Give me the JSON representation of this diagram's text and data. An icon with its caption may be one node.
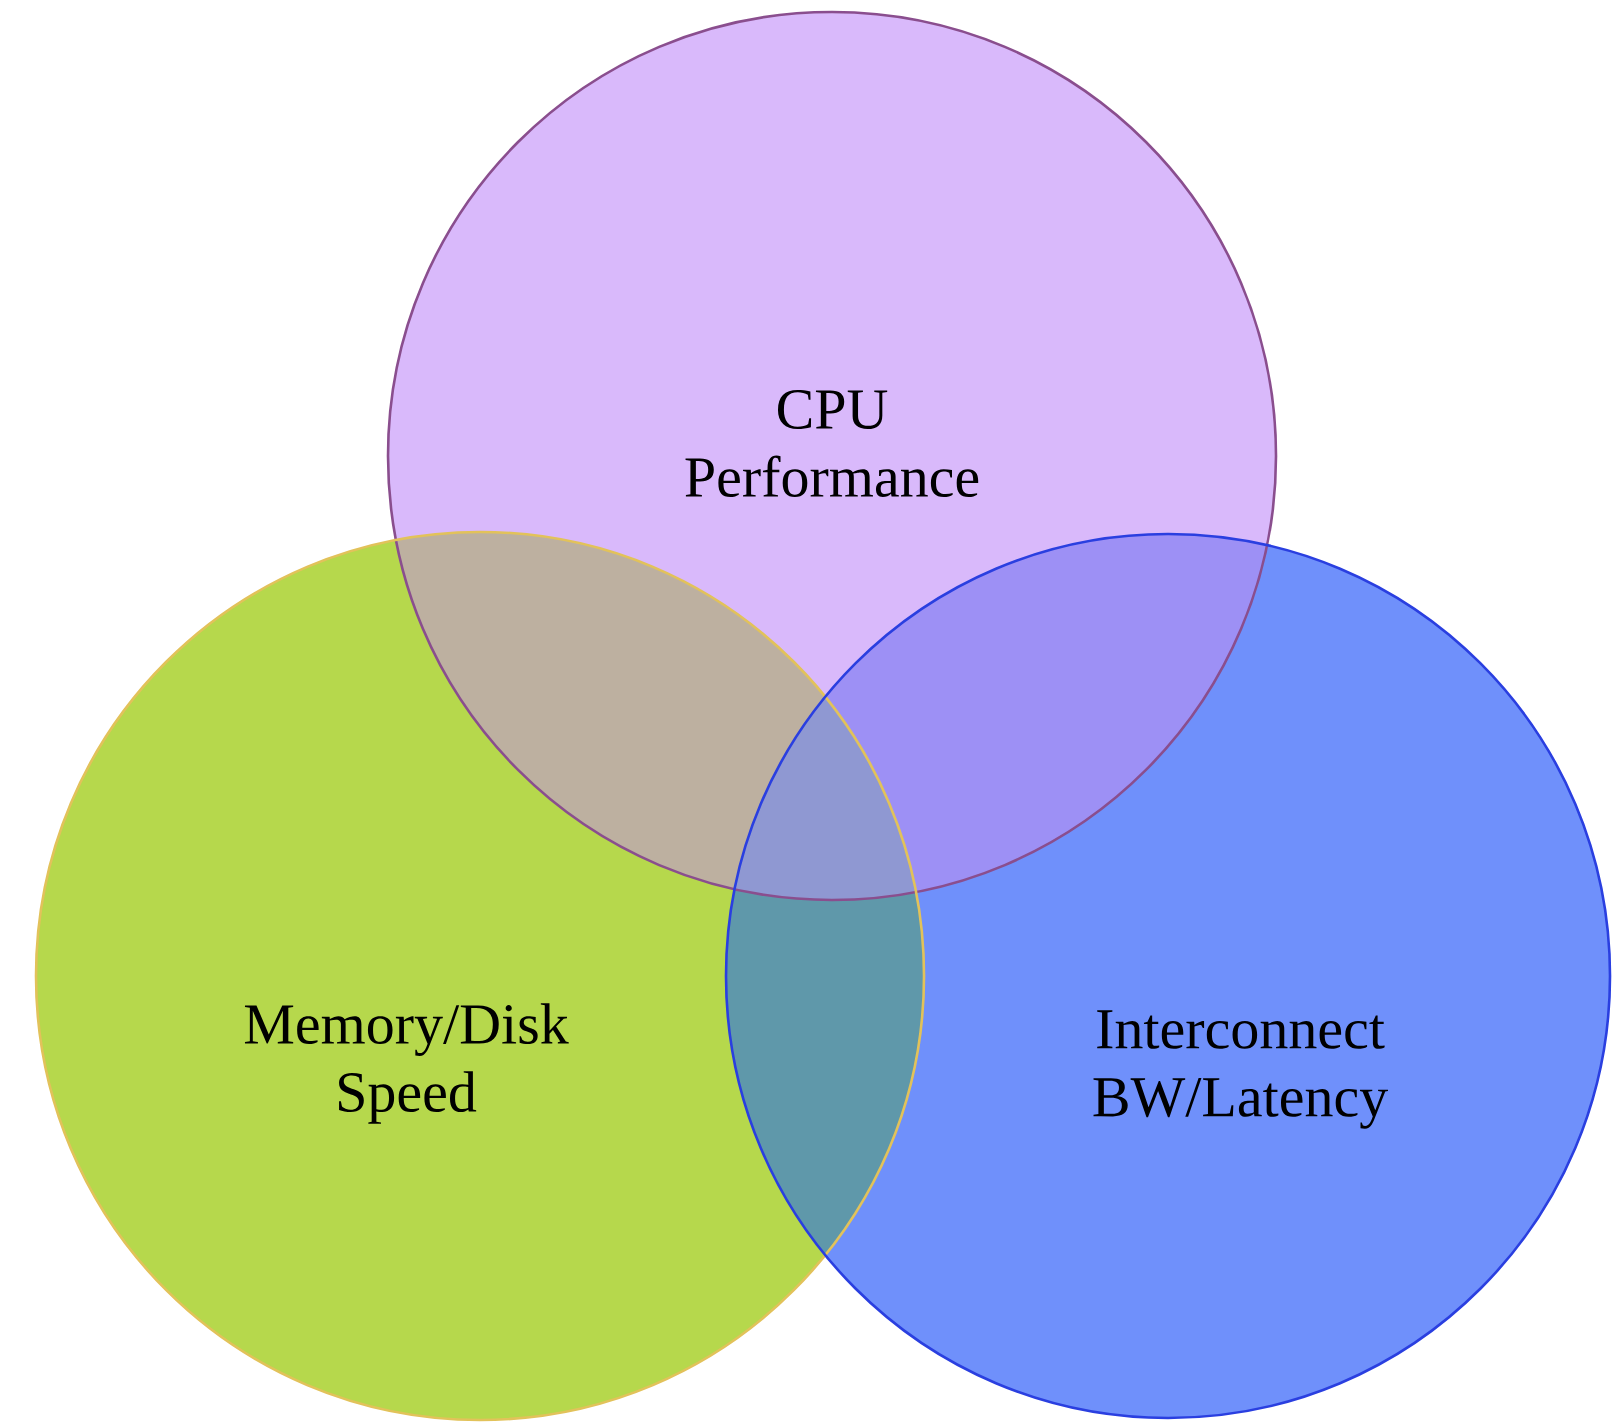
{
  "diagram": {
    "nodes": [
      {
        "text": [
          "CPU Performance"
        ]
      },
      {
        "text": [
          "Memory/Disk Speed"
        ]
      },
      {
        "text": [
          "Interconnect BW/Latency"
        ]
      }
    ]
  }
}
